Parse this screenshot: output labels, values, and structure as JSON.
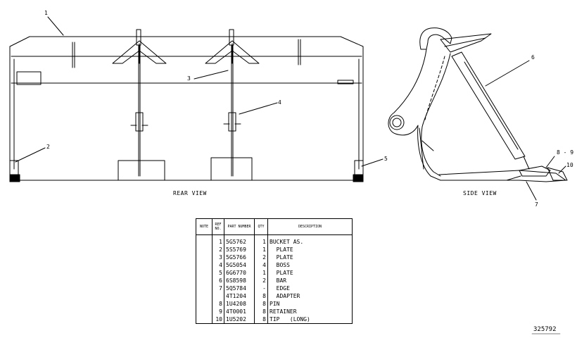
{
  "labels": {
    "rear_view": "REAR VIEW",
    "side_view": "SIDE VIEW",
    "drawing_number": "325792"
  },
  "callouts": [
    "1",
    "2",
    "3",
    "4",
    "5",
    "6",
    "7",
    "8 - 9",
    "10"
  ],
  "table": {
    "headers": [
      "NOTE",
      "REF NO.",
      "PART NUMBER",
      "QTY",
      "DESCRIPTION"
    ],
    "rows": [
      {
        "note": "",
        "ref": "1",
        "part": "5G5762",
        "qty": "1",
        "desc": "BUCKET AS."
      },
      {
        "note": "",
        "ref": "2",
        "part": "5S5769",
        "qty": "1",
        "desc": "  PLATE"
      },
      {
        "note": "",
        "ref": "3",
        "part": "5G5766",
        "qty": "2",
        "desc": "  PLATE"
      },
      {
        "note": "",
        "ref": "4",
        "part": "5G5054",
        "qty": "4",
        "desc": "  BOSS"
      },
      {
        "note": "",
        "ref": "5",
        "part": "6G6770",
        "qty": "1",
        "desc": "  PLATE"
      },
      {
        "note": "",
        "ref": "6",
        "part": "6S8598",
        "qty": "2",
        "desc": "  BAR"
      },
      {
        "note": "",
        "ref": "7",
        "part": "5Q5784",
        "qty": "-",
        "desc": "  EDGE"
      },
      {
        "note": "",
        "ref": "",
        "part": "4T1204",
        "qty": "8",
        "desc": "  ADAPTER"
      },
      {
        "note": "",
        "ref": "8",
        "part": "1U4208",
        "qty": "8",
        "desc": "PIN"
      },
      {
        "note": "",
        "ref": "9",
        "part": "4T0001",
        "qty": "8",
        "desc": "RETAINER"
      },
      {
        "note": "",
        "ref": "10",
        "part": "1U5202",
        "qty": "8",
        "desc": "TIP   (LONG)"
      }
    ]
  }
}
